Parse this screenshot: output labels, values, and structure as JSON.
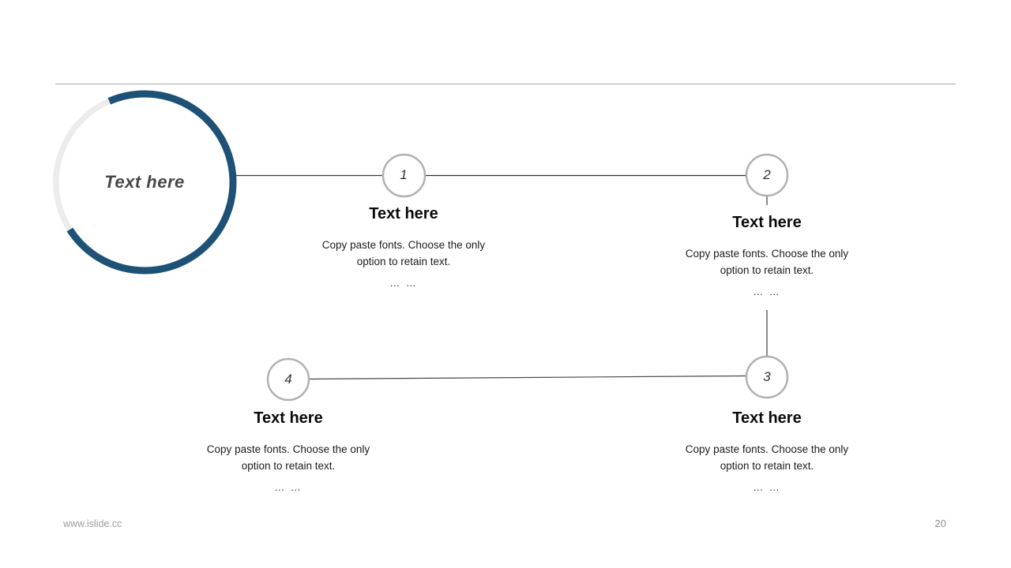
{
  "slide": {
    "footer_url": "www.islide.cc",
    "page_number": "20"
  },
  "main_circle": {
    "label": "Text here"
  },
  "steps": [
    {
      "number": "1",
      "title": "Text here",
      "body_line1": "Copy paste fonts. Choose the only",
      "body_line2": "option to retain text.",
      "dots": "… …"
    },
    {
      "number": "2",
      "title": "Text here",
      "body_line1": "Copy paste fonts. Choose the only",
      "body_line2": "option to retain text.",
      "dots": "… …"
    },
    {
      "number": "3",
      "title": "Text here",
      "body_line1": "Copy paste fonts. Choose the only",
      "body_line2": "option to retain text.",
      "dots": "… …"
    },
    {
      "number": "4",
      "title": "Text here",
      "body_line1": "Copy paste fonts. Choose the only",
      "body_line2": "option to retain text.",
      "dots": "… …"
    }
  ],
  "colors": {
    "accent_blue": "#1d5176",
    "arc_gray": "#ececec",
    "node_border": "#b1b1b1",
    "connector_line": "#3c3c3c",
    "title_text": "#0a0a0a",
    "body_text": "#1c1c1c",
    "footer_text": "#9c9c9c"
  }
}
